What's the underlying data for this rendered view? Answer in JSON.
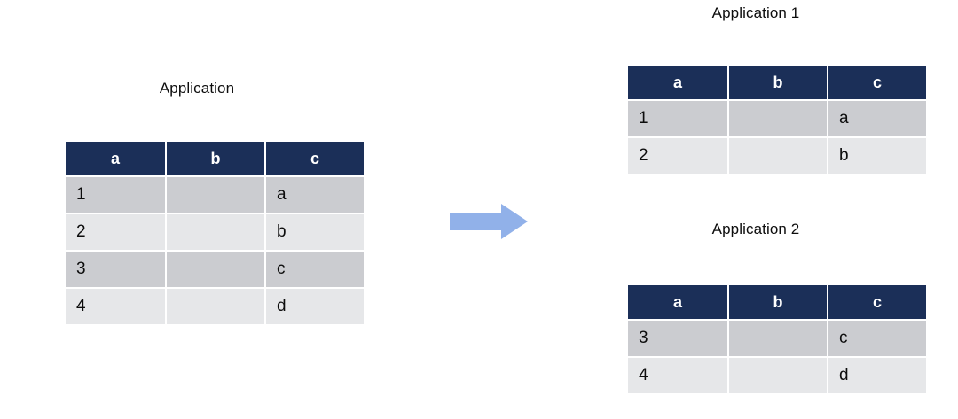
{
  "diagram": {
    "kind": "table-split-diagram",
    "background": "#ffffff",
    "accent_header_color": "#1b2f58",
    "band_dark_color": "#cbccd0",
    "band_light_color": "#e6e7e9",
    "arrow_color": "#91b1e9"
  },
  "source": {
    "title": "Application",
    "columns": [
      "a",
      "b",
      "c"
    ],
    "rows": [
      {
        "a": "1",
        "b": "",
        "c": "a"
      },
      {
        "a": "2",
        "b": "",
        "c": "b"
      },
      {
        "a": "3",
        "b": "",
        "c": "c"
      },
      {
        "a": "4",
        "b": "",
        "c": "d"
      }
    ]
  },
  "arrow": {
    "icon": "right-arrow-icon",
    "direction": "right"
  },
  "outputs": [
    {
      "title": "Application 1",
      "columns": [
        "a",
        "b",
        "c"
      ],
      "rows": [
        {
          "a": "1",
          "b": "",
          "c": "a"
        },
        {
          "a": "2",
          "b": "",
          "c": "b"
        }
      ]
    },
    {
      "title": "Application 2",
      "columns": [
        "a",
        "b",
        "c"
      ],
      "rows": [
        {
          "a": "3",
          "b": "",
          "c": "c"
        },
        {
          "a": "4",
          "b": "",
          "c": "d"
        }
      ]
    }
  ]
}
